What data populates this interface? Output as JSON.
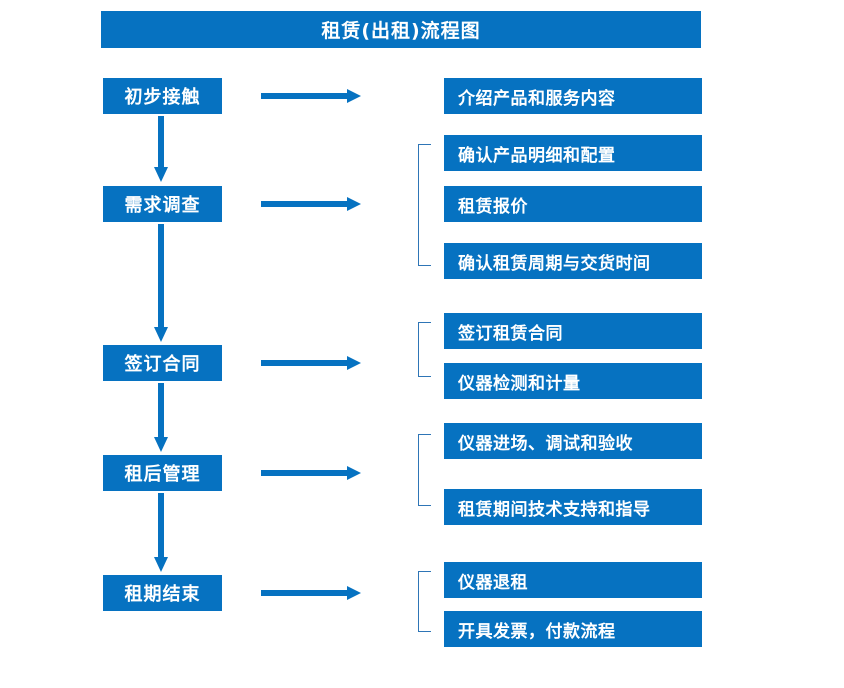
{
  "diagram": {
    "title": "租赁(出租)流程图",
    "colors": {
      "primary_blue": "#0672C1",
      "bracket_blue": "#2E75B6",
      "arrow_blue": "#0672C1",
      "text_white": "#FFFFFF",
      "background": "#FFFFFF"
    },
    "stages": [
      {
        "id": "stage-1",
        "label": "初步接触"
      },
      {
        "id": "stage-2",
        "label": "需求调查"
      },
      {
        "id": "stage-3",
        "label": "签订合同"
      },
      {
        "id": "stage-4",
        "label": "租后管理"
      },
      {
        "id": "stage-5",
        "label": "租期结束"
      }
    ],
    "details": [
      {
        "id": "detail-1-1",
        "label": "介绍产品和服务内容",
        "group": 1
      },
      {
        "id": "detail-2-1",
        "label": "确认产品明细和配置",
        "group": 2
      },
      {
        "id": "detail-2-2",
        "label": "租赁报价",
        "group": 2
      },
      {
        "id": "detail-2-3",
        "label": "确认租赁周期与交货时间",
        "group": 2
      },
      {
        "id": "detail-3-1",
        "label": "签订租赁合同",
        "group": 3
      },
      {
        "id": "detail-3-2",
        "label": "仪器检测和计量",
        "group": 3
      },
      {
        "id": "detail-4-1",
        "label": "仪器进场、调试和验收",
        "group": 4
      },
      {
        "id": "detail-4-2",
        "label": "租赁期间技术支持和指导",
        "group": 4
      },
      {
        "id": "detail-5-1",
        "label": "仪器退租",
        "group": 5
      },
      {
        "id": "detail-5-2",
        "label": "开具发票，付款流程",
        "group": 5
      }
    ],
    "connectors": {
      "horizontal_arrow_count": 5,
      "vertical_arrow_count": 4,
      "bracket_count": 4
    }
  }
}
